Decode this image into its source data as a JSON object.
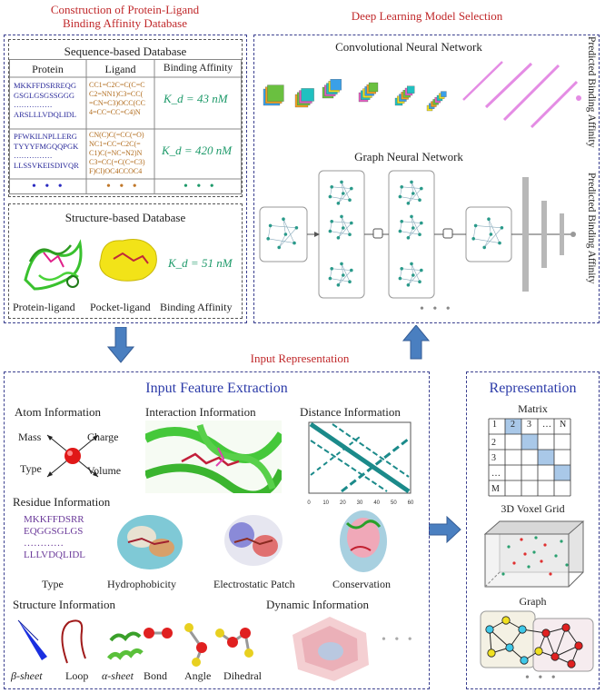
{
  "headers": {
    "construction": [
      "Construction of Protein-Ligand",
      "Binding Affinity Database"
    ],
    "deep_learning": "Deep Learning Model Selection",
    "input_representation": "Input Representation"
  },
  "sequence_db": {
    "title": "Sequence-based Database",
    "columns": [
      "Protein",
      "Ligand",
      "Binding Affinity"
    ],
    "rows": [
      {
        "protein": [
          "MKKFFDSRREQG",
          "GSGLGSGSSGGG",
          "……………",
          "ARSLLLVDQLIDL"
        ],
        "ligand": [
          "CC1=C2C=C(C=C",
          "C2=NN1)C3=CC(",
          "=CN=C3)OCC(CC",
          "4=CC=CC=C4)N"
        ],
        "affinity": "K_d = 43 nM"
      },
      {
        "protein": [
          "PFWKILNPLLERG",
          "TYYYFMGQQPGK",
          "……………",
          "LLSSVKEISDIVQR"
        ],
        "ligand": [
          "CN(C)C(=CC(=O)",
          "NC1=CC=C2C(=",
          "C1)C(=NC=N2)N",
          "C3=CC(=C(C=C3)",
          "F)Cl)OC4CCOC4"
        ],
        "affinity": "K_d = 420 nM"
      }
    ],
    "ellipsis": "• • •"
  },
  "structure_db": {
    "title": "Structure-based Database",
    "labels": [
      "Protein-ligand",
      "Pocket-ligand",
      "Binding Affinity"
    ],
    "affinity": "K_d = 51 nM"
  },
  "dl_models": {
    "cnn_title": "Convolutional Neural Network",
    "gnn_title": "Graph Neural Network",
    "output_label": "Predicted Binding Affinity",
    "more": "• • •"
  },
  "feature_extraction": {
    "title": "Input Feature Extraction",
    "atom": {
      "title": "Atom Information",
      "labels": [
        "Mass",
        "Charge",
        "Type",
        "Volume"
      ]
    },
    "interaction": {
      "title": "Interaction Information"
    },
    "distance": {
      "title": "Distance Information",
      "ticks": [
        "0",
        "10",
        "20",
        "30",
        "40",
        "50",
        "60"
      ]
    },
    "residue": {
      "title": "Residue Information",
      "seq": [
        "MKKFFDSRR",
        "EQGGSGLGS",
        "…………",
        "LLLVDQLIDL"
      ],
      "labels": [
        "Type",
        "Hydrophobicity",
        "Electrostatic Patch",
        "Conservation"
      ]
    },
    "structure": {
      "title": "Structure Information",
      "labels": [
        "β-sheet",
        "Loop",
        "α-sheet",
        "Bond",
        "Angle",
        "Dihedral"
      ]
    },
    "dynamic": {
      "title": "Dynamic Information"
    },
    "more": "• • •"
  },
  "representation": {
    "title": "Representation",
    "matrix": {
      "title": "Matrix",
      "col_headers": [
        "1",
        "2",
        "3",
        "…",
        "N"
      ],
      "row_headers": [
        "2",
        "3",
        "…",
        "M"
      ]
    },
    "voxel": {
      "title": "3D Voxel Grid"
    },
    "graph": {
      "title": "Graph"
    },
    "more": "• • •"
  },
  "colors": {
    "red_title": "#c0282a",
    "blue_title": "#2b3aa8",
    "kd_green": "#1e9a6a",
    "arrow_blue": "#4a7fc0",
    "teal": "#1b8a8a"
  }
}
